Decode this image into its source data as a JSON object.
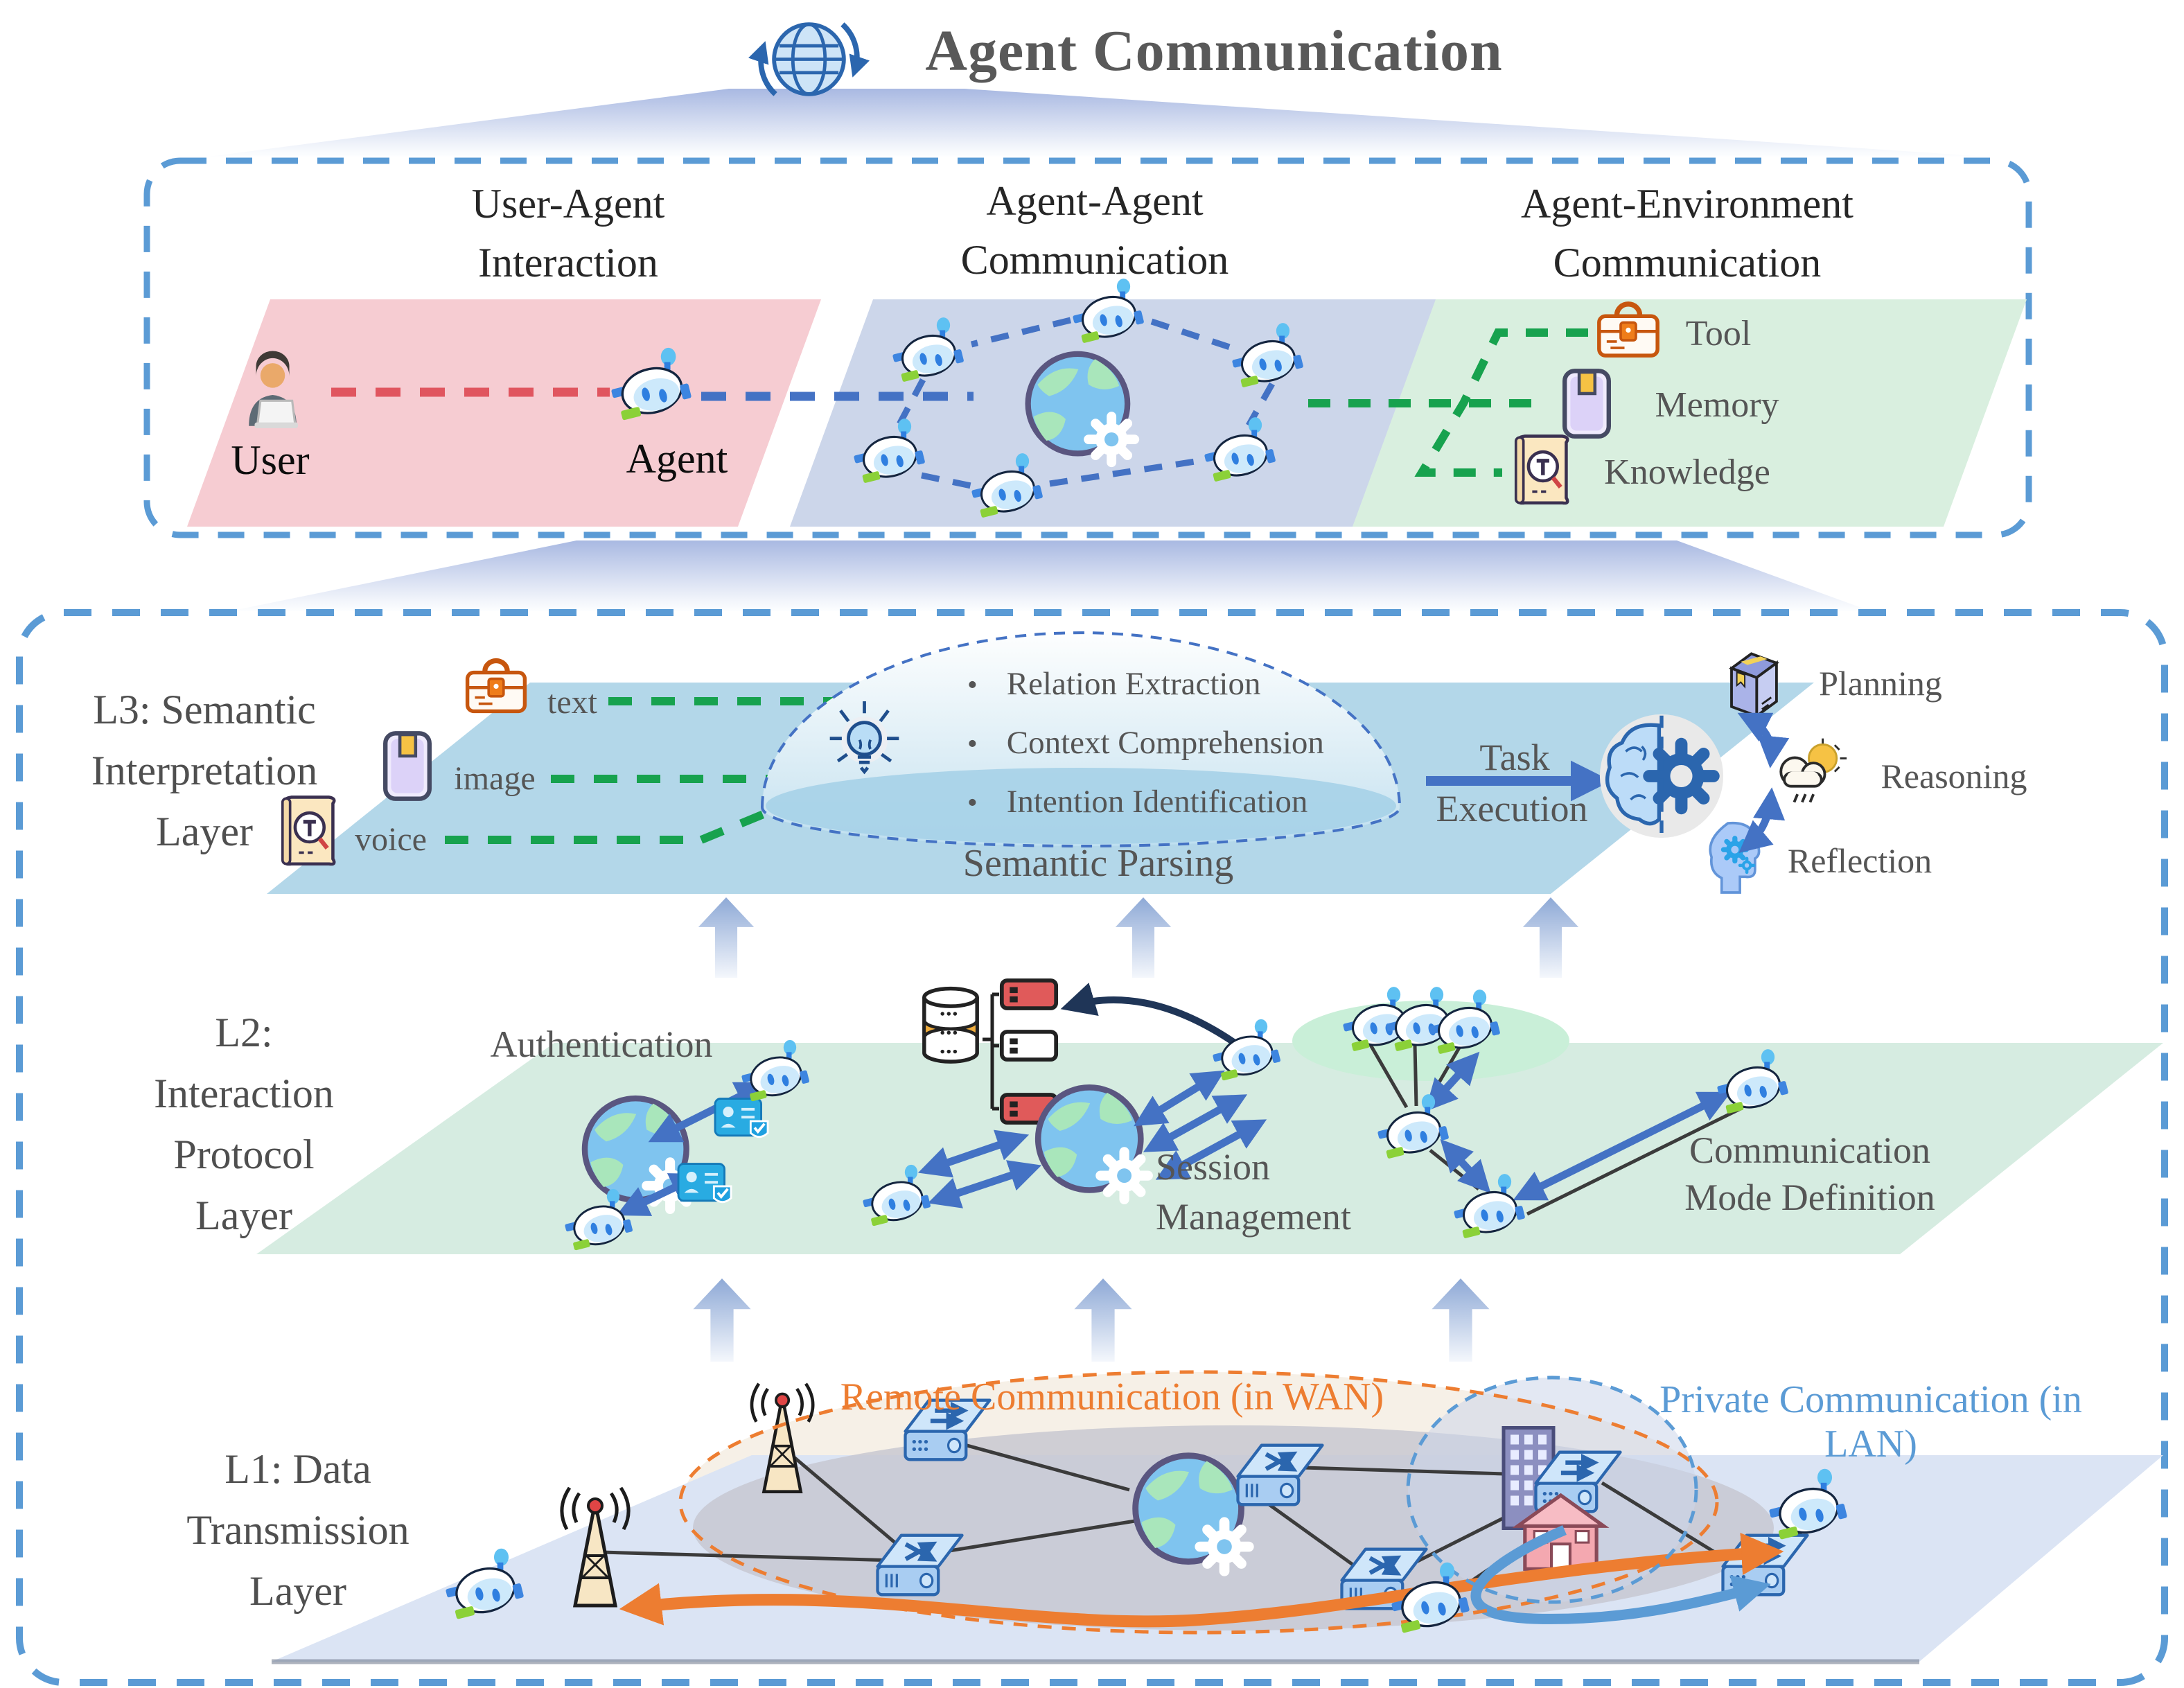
{
  "title": {
    "text": "Agent Communication",
    "icon": "globe-sync-icon"
  },
  "top_box": {
    "sections": [
      {
        "id": "user-agent",
        "heading1": "User-Agent",
        "heading2": "Interaction",
        "user_label": "User",
        "agent_label": "Agent"
      },
      {
        "id": "agent-agent",
        "heading1": "Agent-Agent",
        "heading2": "Communication"
      },
      {
        "id": "agent-environment",
        "heading1": "Agent-Environment",
        "heading2": "Communication",
        "items": [
          {
            "icon": "toolbox-icon",
            "label": "Tool"
          },
          {
            "icon": "memory-card-icon",
            "label": "Memory"
          },
          {
            "icon": "knowledge-book-icon",
            "label": "Knowledge"
          }
        ]
      }
    ]
  },
  "layers": {
    "l3": {
      "label1": "L3: Semantic",
      "label2": "Interpretation",
      "label3": "Layer",
      "modalities": [
        {
          "icon": "toolbox-icon",
          "label": "text"
        },
        {
          "icon": "memory-card-icon",
          "label": "image"
        },
        {
          "icon": "knowledge-book-icon",
          "label": "voice"
        }
      ],
      "semantic_parsing": {
        "bullets": [
          "Relation Extraction",
          "Context Comprehension",
          "Intention Identification"
        ],
        "caption": "Semantic Parsing",
        "icon": "lightbulb-icon"
      },
      "task_execution1": "Task",
      "task_execution2": "Execution",
      "brain_icon": "brain-gear-icon",
      "capabilities": [
        {
          "icon": "package-box-icon",
          "label": "Planning"
        },
        {
          "icon": "cloud-sun-icon",
          "label": "Reasoning"
        },
        {
          "icon": "head-gears-icon",
          "label": "Reflection"
        }
      ]
    },
    "l2": {
      "label1": "L2:",
      "label2": "Interaction",
      "label3": "Protocol",
      "label4": "Layer",
      "authentication": "Authentication",
      "session1": "Session",
      "session2": "Management",
      "comm_mode1": "Communication",
      "comm_mode2": "Mode Definition"
    },
    "l1": {
      "label1": "L1: Data",
      "label2": "Transmission",
      "label3": "Layer",
      "wan_label": "Remote Communication (in WAN)",
      "lan_label1": "Private Communication (in",
      "lan_label2": "LAN)"
    }
  },
  "colors": {
    "border_dash": "#5b9bd5",
    "l3_band": "#b3d7e9",
    "l2_band": "#d6ece1",
    "l1_band": "#dbe4f4",
    "pink_panel": "#f6ccd2",
    "blue_panel": "#ccd6ea",
    "green_panel": "#d9efdf",
    "green_dash": "#17a24e",
    "red_dash": "#e0555f",
    "blue_dash": "#4472c4",
    "orange": "#ed7d31",
    "lan_blue": "#5b9bd5",
    "text_gray": "#555555"
  }
}
